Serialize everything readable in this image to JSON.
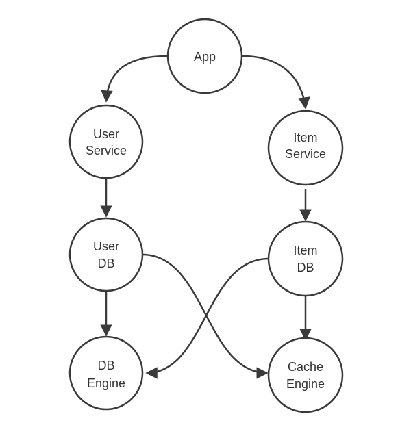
{
  "nodes": {
    "app": {
      "lines": [
        "App"
      ]
    },
    "user_service": {
      "lines": [
        "User",
        "Service"
      ]
    },
    "item_service": {
      "lines": [
        "Item",
        "Service"
      ]
    },
    "user_db": {
      "lines": [
        "User",
        "DB"
      ]
    },
    "item_db": {
      "lines": [
        "Item",
        "DB"
      ]
    },
    "db_engine": {
      "lines": [
        "DB",
        "Engine"
      ]
    },
    "cache_engine": {
      "lines": [
        "Cache",
        "Engine"
      ]
    }
  },
  "edges": [
    {
      "from": "App",
      "to": "User Service"
    },
    {
      "from": "App",
      "to": "Item Service"
    },
    {
      "from": "User Service",
      "to": "User DB"
    },
    {
      "from": "Item Service",
      "to": "Item DB"
    },
    {
      "from": "User DB",
      "to": "DB Engine"
    },
    {
      "from": "User DB",
      "to": "Cache Engine"
    },
    {
      "from": "Item DB",
      "to": "DB Engine"
    },
    {
      "from": "Item DB",
      "to": "Cache Engine"
    }
  ],
  "colors": {
    "stroke": "#3a3a3a",
    "text": "#333333",
    "background": "#ffffff"
  }
}
